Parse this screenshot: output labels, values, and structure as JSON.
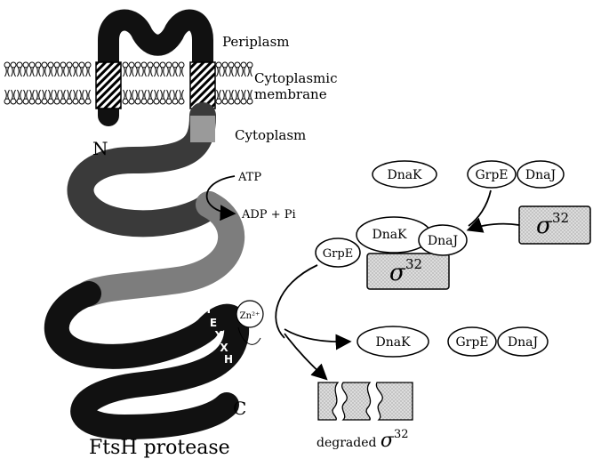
{
  "labels": {
    "periplasm": "Periplasm",
    "membrane_line1": "Cytoplasmic",
    "membrane_line2": "membrane",
    "cytoplasm": "Cytoplasm",
    "n_terminus": "N",
    "c_terminus": "C",
    "atp": "ATP",
    "adp_pi": "ADP + Pi",
    "zinc": "Zn²⁺",
    "motif": [
      "H",
      "E",
      "X",
      "X",
      "H"
    ],
    "protease_title": "FtsH protease",
    "degraded_prefix": "degraded "
  },
  "chaperones": {
    "top_row": [
      "DnaK",
      "GrpE",
      "DnaJ"
    ],
    "complex": {
      "dnak": "DnaK",
      "dnaj": "DnaJ",
      "grpe": "GrpE"
    },
    "released_row": [
      "DnaK",
      "GrpE",
      "DnaJ"
    ]
  },
  "sigma": {
    "symbol": "σ",
    "superscript": "32"
  },
  "colors": {
    "black": "#111111",
    "dark_gray": "#3a3a3a",
    "mid_gray": "#7d7d7d",
    "light_gray": "#cfcfcf",
    "sigma_fill": "#dadada"
  }
}
